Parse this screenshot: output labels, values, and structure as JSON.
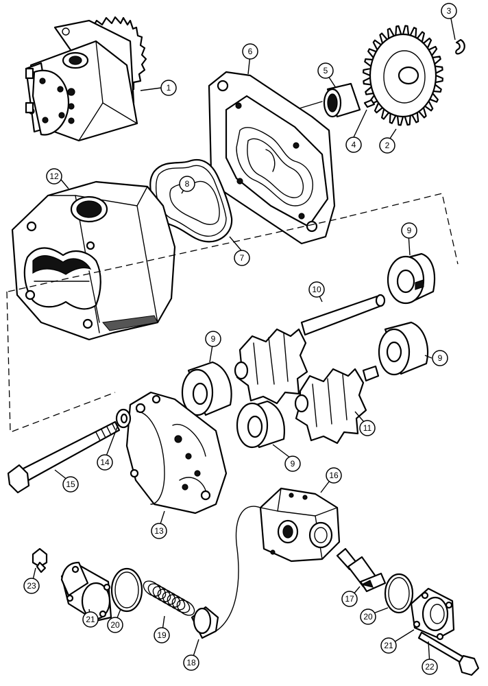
{
  "diagram": {
    "type": "exploded-parts-view",
    "callouts": [
      "1",
      "2",
      "3",
      "4",
      "5",
      "6",
      "7",
      "8",
      "9",
      "9",
      "9",
      "9",
      "10",
      "11",
      "12",
      "13",
      "14",
      "15",
      "16",
      "17",
      "18",
      "19",
      "20",
      "20",
      "21",
      "21",
      "22",
      "23"
    ]
  }
}
